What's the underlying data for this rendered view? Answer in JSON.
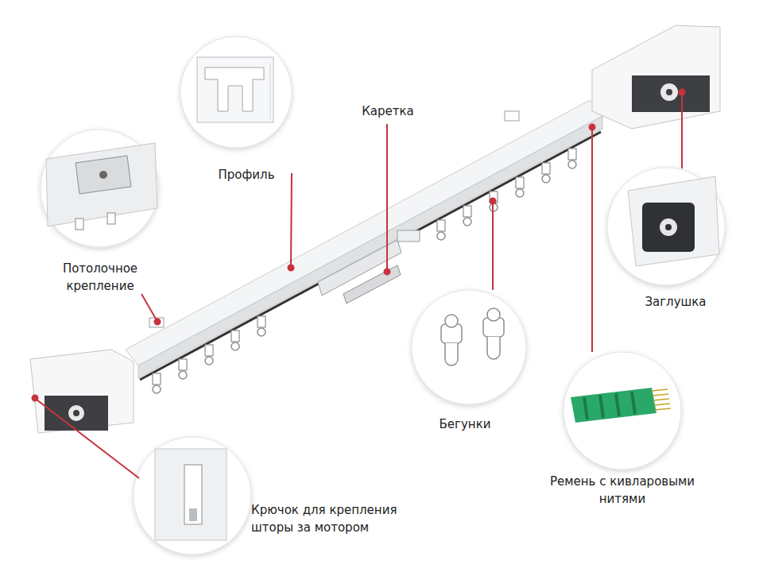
{
  "diagram": {
    "labels": [
      "Профиль",
      "Каретка",
      "Потолочное крепление",
      "Заглушка",
      "Бегунки",
      "Ремень с кивларовыми нитями",
      "Крючок для крепления шторы за мотором"
    ]
  }
}
